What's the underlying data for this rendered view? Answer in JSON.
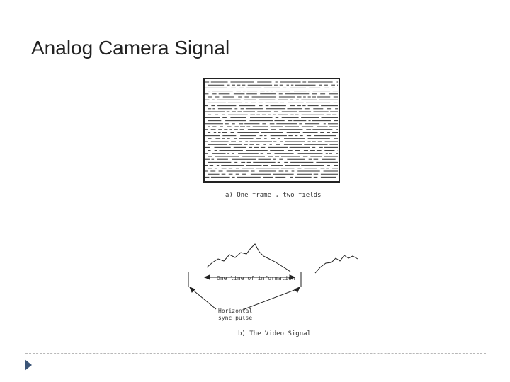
{
  "slide": {
    "title": "Analog Camera Signal"
  },
  "figure_a": {
    "caption": "a) One frame , two fields"
  },
  "figure_b": {
    "line_label": "One line of information",
    "sync_label_line1": "Horizontal",
    "sync_label_line2": "sync pulse",
    "caption": "b) The Video Signal"
  },
  "icons": {
    "bullet": "triangle-bullet-icon"
  },
  "colors": {
    "title": "#222222",
    "divider": "#b8b8b8",
    "bullet": "#3b5577"
  }
}
